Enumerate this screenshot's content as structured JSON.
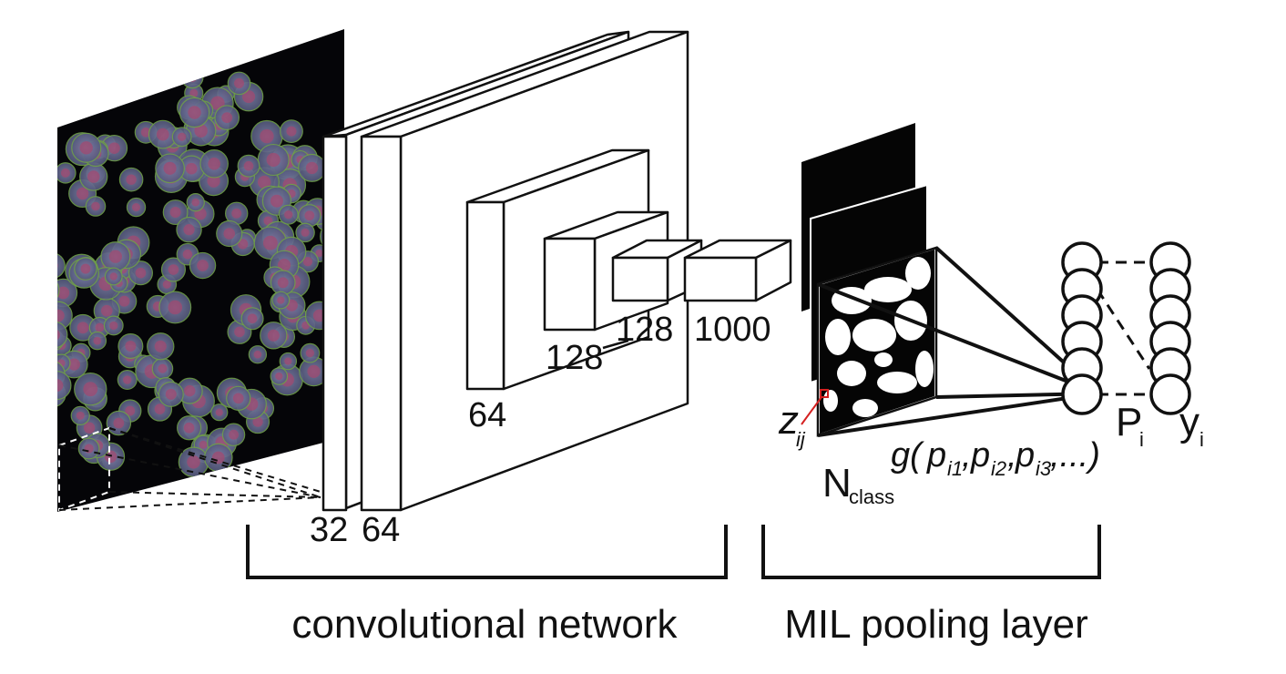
{
  "network_stages": {
    "conv1_channels": "32",
    "conv2_channels": "64",
    "conv3_channels": "64",
    "conv4_channels": "128",
    "conv5_channels": "128",
    "fc_units": "1000"
  },
  "mil": {
    "z_main": "z",
    "z_sub": "ij",
    "n_main": "N",
    "n_sub": "class",
    "p_main": "P",
    "p_sub": "i",
    "y_main": "y",
    "y_sub": "i",
    "g_func": "g(",
    "g_p": "p",
    "g_sub1": "i1",
    "g_sub2": "i2",
    "g_sub3": "i3",
    "g_comma": ",",
    "g_tail": ",...)"
  },
  "sections": {
    "conv_label": "convolutional network",
    "mil_label": "MIL pooling layer"
  },
  "colors": {
    "stroke": "#111111",
    "box_fill": "#ffffff",
    "marker": "#d42020",
    "image_bg": "#050508",
    "cell_fill": "#6a6f92",
    "nucleus": "#a04a70",
    "membrane": "#6f9e4a"
  }
}
